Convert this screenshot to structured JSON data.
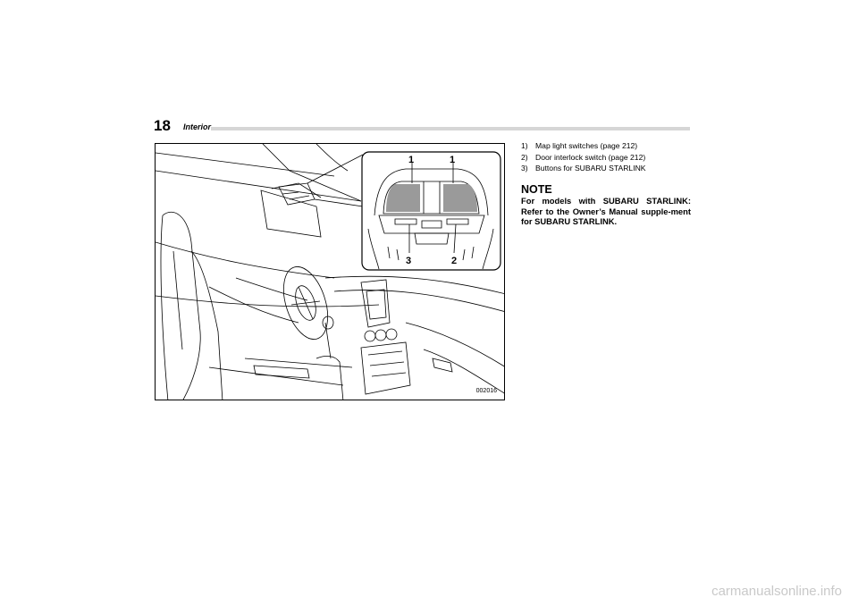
{
  "header": {
    "page_number": "18",
    "section": "Interior"
  },
  "figure": {
    "code": "002016",
    "callouts": [
      "1",
      "1",
      "3",
      "2"
    ]
  },
  "legend": [
    {
      "num": "1)",
      "text": "Map light switches (page 212)"
    },
    {
      "num": "2)",
      "text": "Door interlock switch (page 212)"
    },
    {
      "num": "3)",
      "text": "Buttons for SUBARU STARLINK"
    }
  ],
  "note": {
    "heading": "NOTE",
    "text": "For models with SUBARU STARLINK: Refer to the Owner’s Manual supple-ment for SUBARU STARLINK."
  },
  "footer": {
    "watermark": "carmanualsonline.info"
  }
}
